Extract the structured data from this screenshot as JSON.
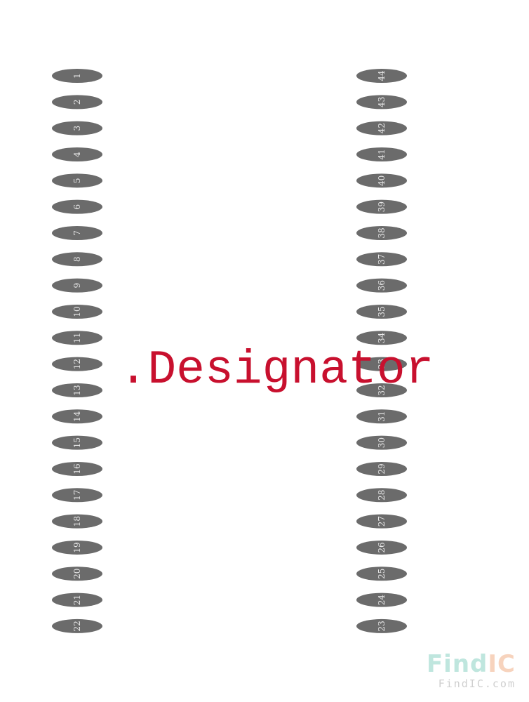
{
  "designator": ".Designator",
  "left_pins": [
    "1",
    "2",
    "3",
    "4",
    "5",
    "6",
    "7",
    "8",
    "9",
    "10",
    "11",
    "12",
    "13",
    "14",
    "15",
    "16",
    "17",
    "18",
    "19",
    "20",
    "21",
    "22"
  ],
  "right_pins": [
    "44",
    "43",
    "42",
    "41",
    "40",
    "39",
    "38",
    "37",
    "36",
    "35",
    "34",
    "33",
    "32",
    "31",
    "30",
    "29",
    "28",
    "27",
    "26",
    "25",
    "24",
    "23"
  ],
  "watermark": {
    "logo_find": "Find",
    "logo_ic": "IC",
    "url": "FindIC.com",
    "colors": {
      "find": "#bfe6de",
      "ic": "#f7d3bd",
      "url": "#cfcfcf"
    }
  },
  "colors": {
    "pad": "#6b6b6b",
    "pad_label": "#e8e8e8",
    "designator": "#c8102e"
  }
}
